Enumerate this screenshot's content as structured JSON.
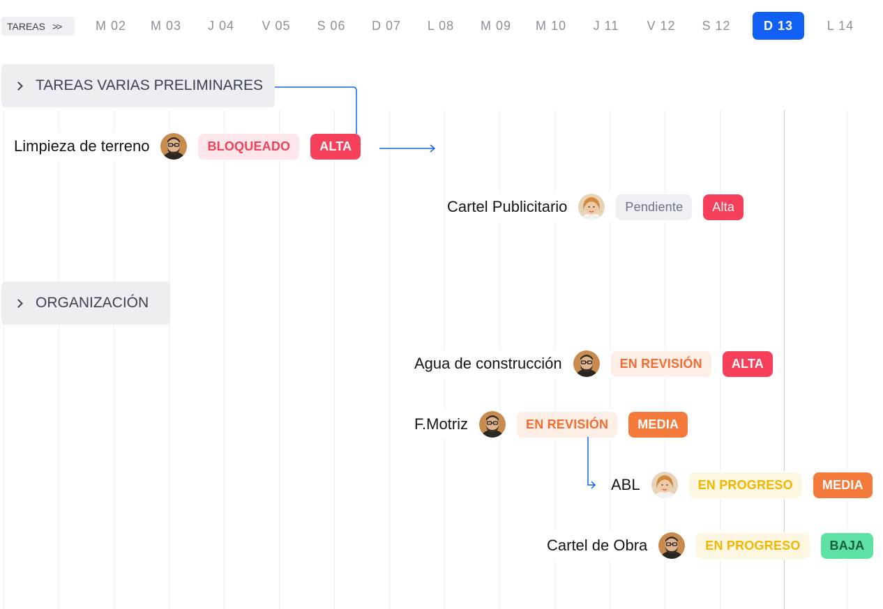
{
  "timeline": {
    "toggle_label": "TAREAS",
    "toggle_icon": "double-chevron-right-icon",
    "days": [
      {
        "label": "M 02",
        "active": false
      },
      {
        "label": "M 03",
        "active": false
      },
      {
        "label": "J 04",
        "active": false
      },
      {
        "label": "V 05",
        "active": false
      },
      {
        "label": "S 06",
        "active": false
      },
      {
        "label": "D 07",
        "active": false
      },
      {
        "label": "L 08",
        "active": false
      },
      {
        "label": "M 09",
        "active": false
      },
      {
        "label": "M 10",
        "active": false
      },
      {
        "label": "J 11",
        "active": false
      },
      {
        "label": "V 12",
        "active": false
      },
      {
        "label": "S 12",
        "active": false
      },
      {
        "label": "D 13",
        "active": true
      },
      {
        "label": "L 14",
        "active": false
      }
    ]
  },
  "groups": [
    {
      "label": "TAREAS VARIAS PRELIMINARES",
      "icon": "chevron-right-icon"
    },
    {
      "label": "ORGANIZACIÓN",
      "icon": "chevron-right-icon"
    }
  ],
  "tasks": [
    {
      "name": "Limpieza de terreno",
      "avatar": "avatar-man-beard-glasses",
      "status": "BLOQUEADO",
      "priority": "ALTA"
    },
    {
      "name": "Cartel Publicitario",
      "avatar": "avatar-woman-redhead",
      "status": "Pendiente",
      "priority": "Alta"
    },
    {
      "name": "Agua de construcción",
      "avatar": "avatar-man-beard-glasses",
      "status": "EN REVISIÓN",
      "priority": "ALTA"
    },
    {
      "name": "F.Motriz",
      "avatar": "avatar-man-beard-glasses",
      "status": "EN REVISIÓN",
      "priority": "MEDIA"
    },
    {
      "name": "ABL",
      "avatar": "avatar-woman-redhead",
      "status": "EN PROGRESO",
      "priority": "MEDIA"
    },
    {
      "name": "Cartel de Obra",
      "avatar": "avatar-man-beard-glasses",
      "status": "EN PROGRESO",
      "priority": "BAJA"
    }
  ],
  "colors": {
    "accent": "#1160f5",
    "bloqueado_bg": "#fde7ea",
    "bloqueado_fg": "#f0405a",
    "pendiente_bg": "#eef0f3",
    "pendiente_fg": "#6b7280",
    "revision_bg": "#fdeee6",
    "revision_fg": "#f26b30",
    "progreso_bg": "#fdf6e0",
    "progreso_fg": "#f2b600",
    "alta_bg": "#f6405b",
    "media_bg": "#f47a3c",
    "baja_bg": "#5de2a4",
    "baja_fg": "#1a5c3c"
  }
}
